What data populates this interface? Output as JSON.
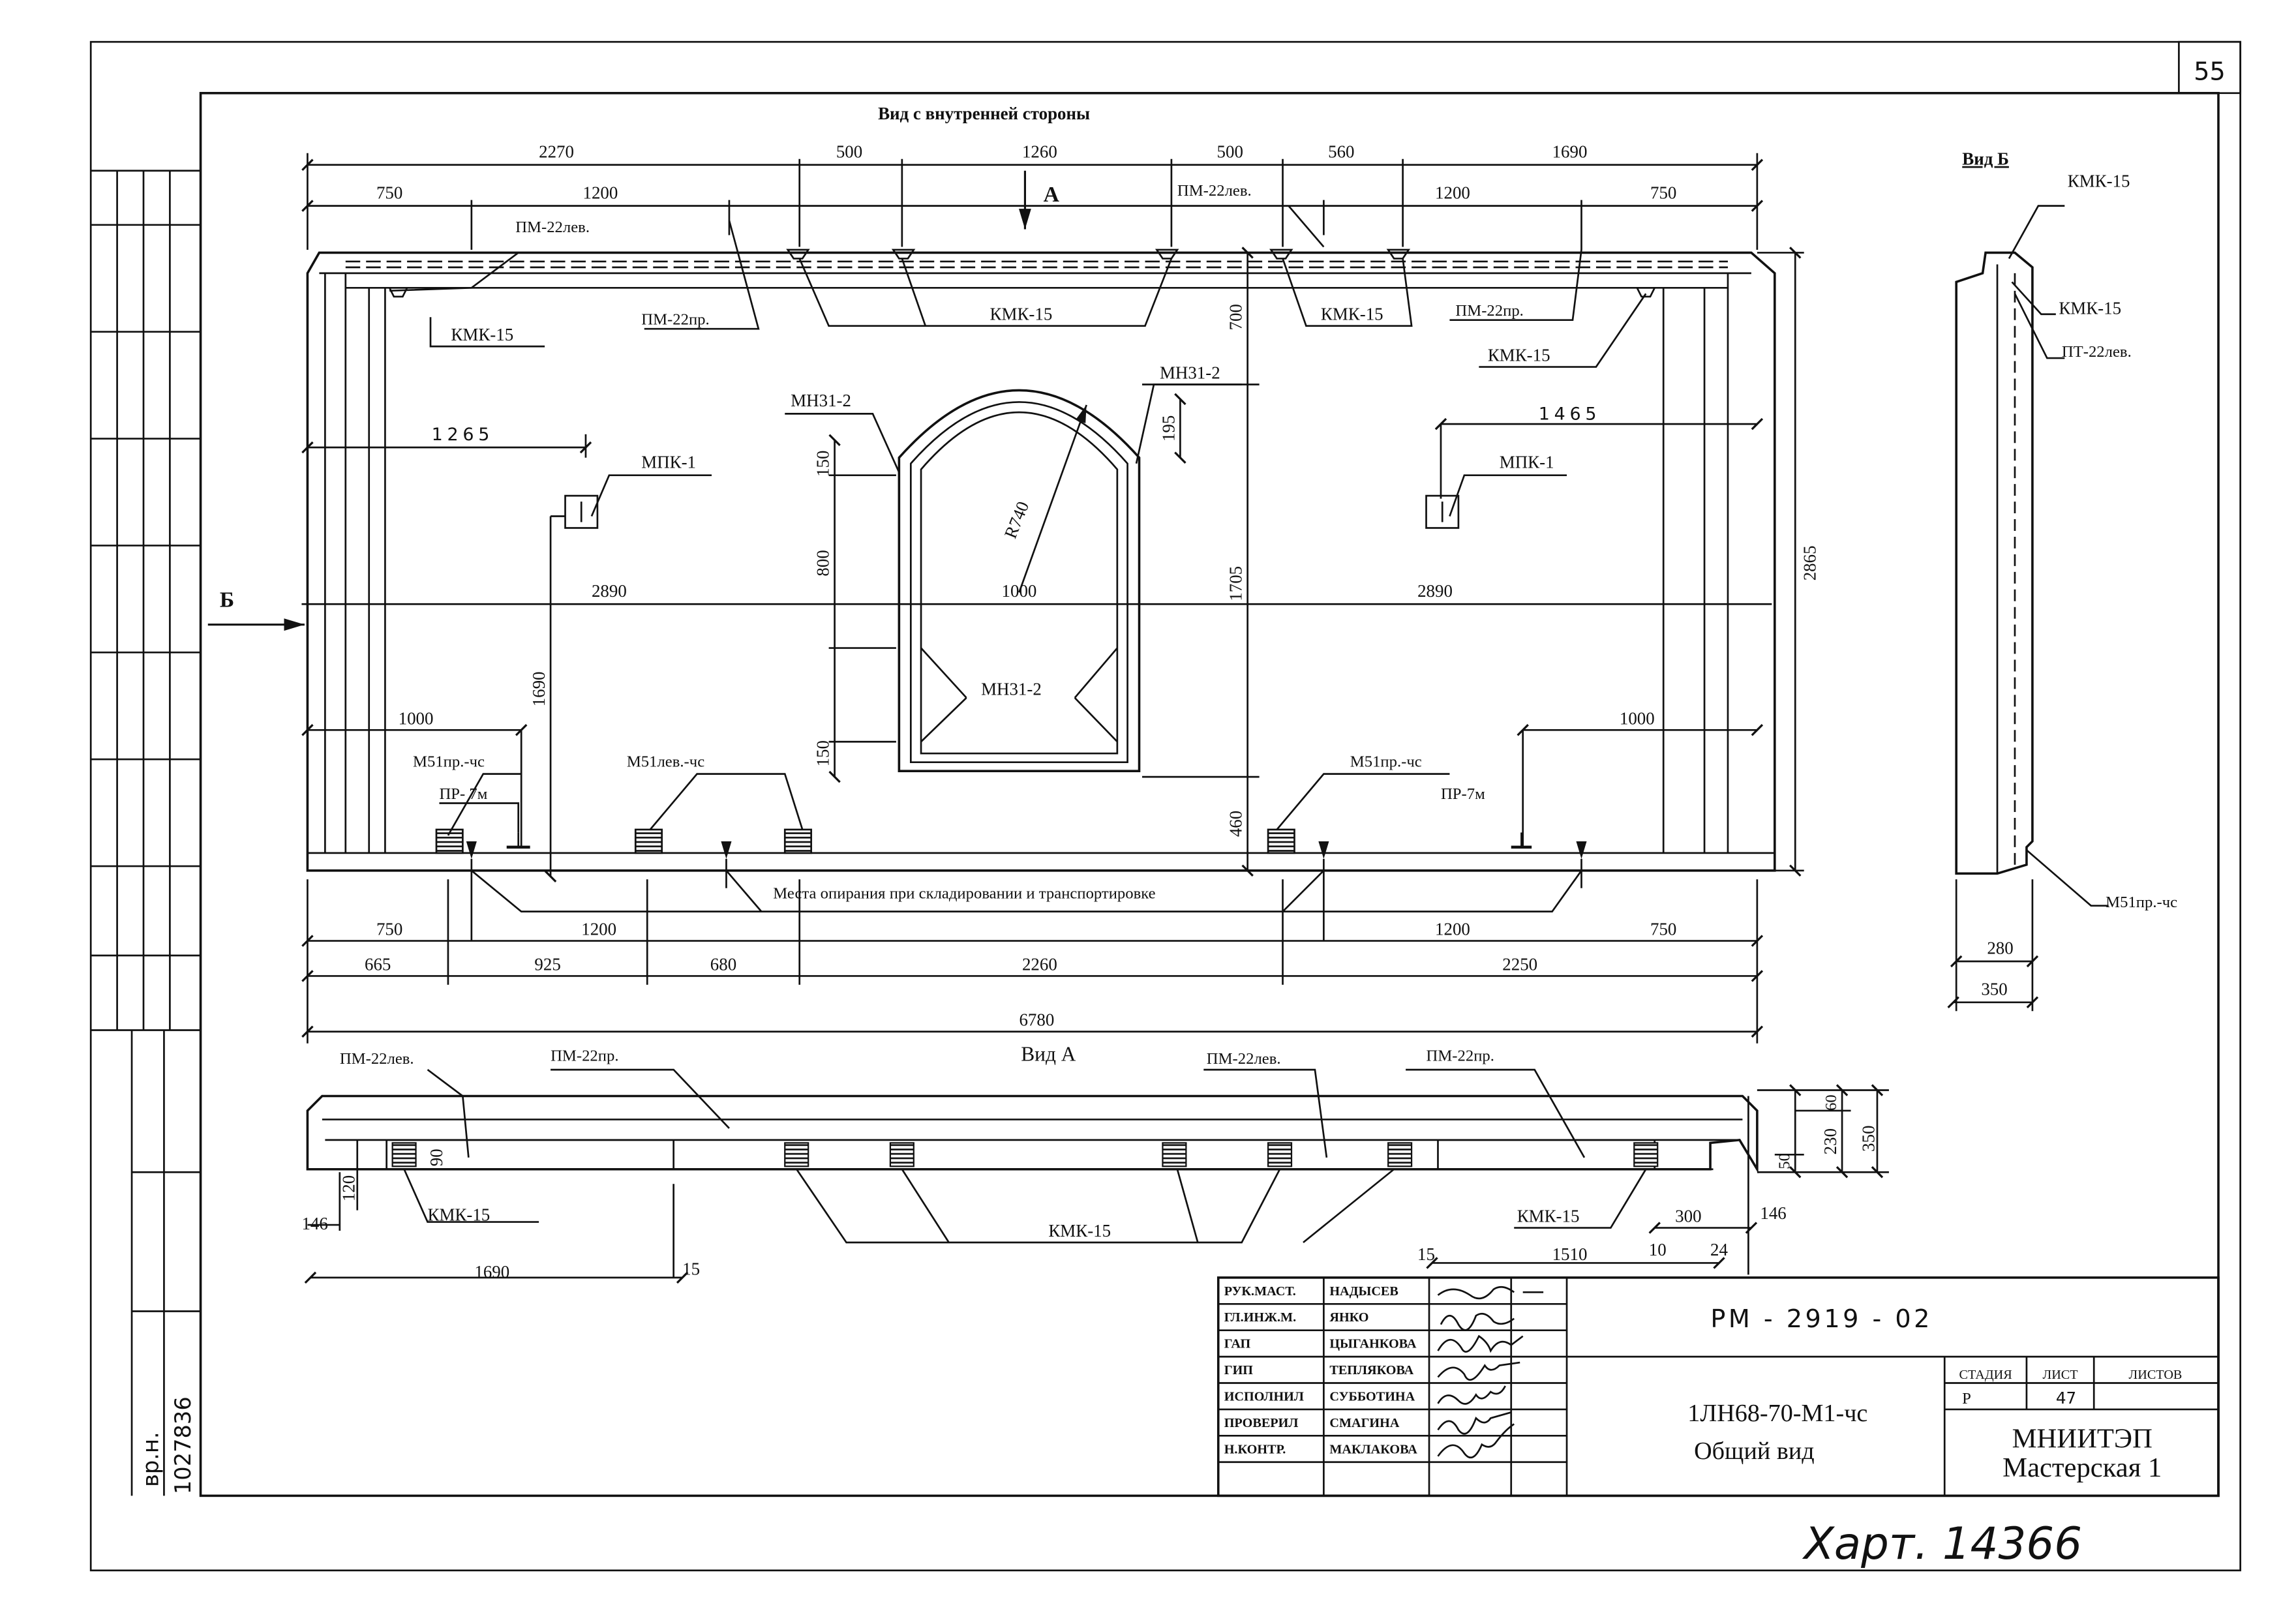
{
  "sheet": {
    "page_number": "55",
    "archive_note": "Харт. 14366",
    "margin_note_1": "вр.н.",
    "margin_note_2": "1027836"
  },
  "main_view": {
    "title": "Вид с внутренней стороны",
    "dims_top_row1": [
      "2270",
      "500",
      "1260",
      "500",
      "560",
      "1690"
    ],
    "dims_top_row2": [
      "750",
      "1200",
      "1200",
      "750"
    ],
    "dims_bottom_row1": [
      "750",
      "1200",
      "1200",
      "750"
    ],
    "dims_bottom_row2": [
      "665",
      "925",
      "680",
      "2260",
      "2250"
    ],
    "dim_total": "6780",
    "dim_height_total": "2865",
    "dims_center_vertical": [
      "700",
      "1705",
      "460"
    ],
    "dims_left": [
      "1265",
      "2890",
      "1000",
      "1690"
    ],
    "dims_right": [
      "1465",
      "2890",
      "1000"
    ],
    "window_dims": [
      "R740",
      "1000",
      "150",
      "800",
      "150",
      "195"
    ],
    "arrow_a": "А",
    "arrow_b": "Б",
    "labels": {
      "pm22lev": "ПМ-22лев.",
      "pm22pr": "ПМ-22пр.",
      "kmk15": "КМК-15",
      "mn312": "МН31-2",
      "mpk1": "МПК-1",
      "m51pr": "М51пр.-чс",
      "m51lev": "М51лев.-чс",
      "pr7m_left": "ПР- 7м",
      "pr7m_right": "ПР-7м",
      "support": "Места опирания при складировании и транспортировке"
    }
  },
  "view_b": {
    "title": "Вид Б",
    "labels": [
      "КМК-15",
      "КМК-15",
      "ПТ-22лев.",
      "М51пр.-чс"
    ],
    "dims": [
      "280",
      "350"
    ]
  },
  "view_a": {
    "title": "Вид А",
    "labels": [
      "ПМ-22лев.",
      "ПМ-22пр.",
      "ПМ-22лев.",
      "ПМ-22пр.",
      "КМК-15",
      "КМК-15",
      "КМК-15"
    ],
    "dims_left": [
      "120",
      "146",
      "90",
      "1690",
      "15"
    ],
    "dims_right": [
      "15",
      "1510",
      "300",
      "10",
      "24",
      "146",
      "50",
      "230",
      "60",
      "350"
    ]
  },
  "title_block": {
    "roles": [
      "РУК.МАСТ.",
      "ГЛ.ИНЖ.М.",
      "ГАП",
      "ГИП",
      "ИСПОЛНИЛ",
      "ПРОВЕРИЛ",
      "Н.КОНТР."
    ],
    "names": [
      "НАДЫСЕВ",
      "ЯНКО",
      "ЦЫГАНКОВА",
      "ТЕПЛЯКОВА",
      "СУББОТИНА",
      "СМАГИНА",
      "МАКЛАКОВА"
    ],
    "doc_code": "РМ - 2919 - 02",
    "product": "1ЛН68-70-М1-чс",
    "view_name": "Общий вид",
    "stage_label": "СТАДИЯ",
    "sheet_label": "ЛИСТ",
    "sheets_label": "ЛИСТОВ",
    "stage": "Р",
    "sheet_no": "47",
    "org": "МНИИТЭП",
    "workshop": "Мастерская 1"
  }
}
